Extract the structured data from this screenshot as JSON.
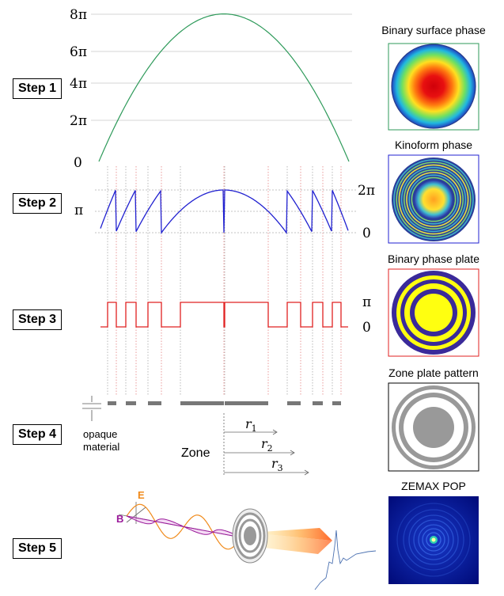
{
  "steps": [
    "Step 1",
    "Step 2",
    "Step 3",
    "Step 4",
    "Step 5"
  ],
  "panel_titles": {
    "binary_surface": "Binary surface phase",
    "kinoform": "Kinoform phase",
    "binary_plate": "Binary phase plate",
    "zone_plate": "Zone plate pattern",
    "zemax": "ZEMAX POP"
  },
  "step1_ticks": [
    "8π",
    "6π",
    "4π",
    "2π",
    "0"
  ],
  "step2_labels": {
    "top": "2π",
    "bottom": "0",
    "left": "π"
  },
  "step3_labels": {
    "top": "π",
    "bottom": "0"
  },
  "step4": {
    "opaque_line1": "opaque",
    "opaque_line2": "material",
    "zone": "Zone",
    "r1": "r",
    "r2": "r",
    "r3": "r",
    "r1_sub": "1",
    "r2_sub": "2",
    "r3_sub": "3"
  },
  "step5": {
    "e_label": "E",
    "b_label": "B"
  },
  "colors": {
    "step1": "#2e9a5a",
    "step2": "#2020d0",
    "step3": "#e02020",
    "opaque": "#777777",
    "e_wave": "#f08a1a",
    "b_wave": "#9a1a9a"
  }
}
